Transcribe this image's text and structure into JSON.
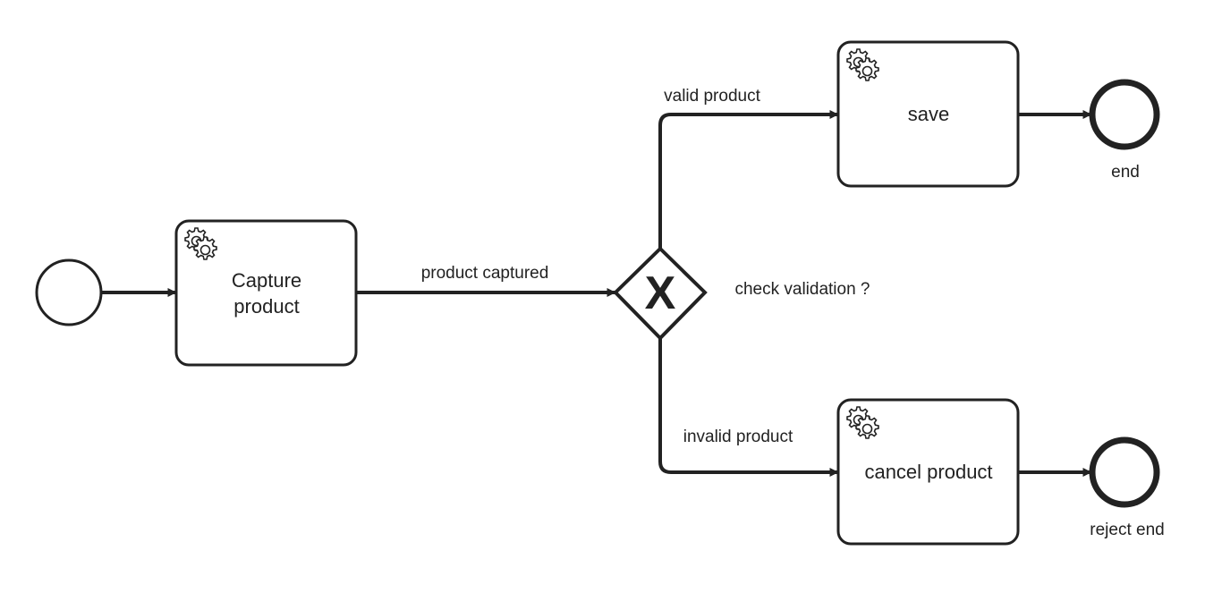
{
  "diagram": {
    "type": "bpmn-process",
    "start_event": {
      "label": ""
    },
    "tasks": {
      "capture": {
        "label_line1": "Capture",
        "label_line2": "product",
        "task_type": "service-task",
        "icon": "gear-icon"
      },
      "save": {
        "label": "save",
        "task_type": "service-task",
        "icon": "gear-icon"
      },
      "cancel": {
        "label": "cancel product",
        "task_type": "service-task",
        "icon": "gear-icon"
      }
    },
    "gateway": {
      "label": "check validation ?",
      "gateway_type": "exclusive",
      "marker": "X"
    },
    "end_events": {
      "end": {
        "label": "end"
      },
      "reject": {
        "label": "reject end"
      }
    },
    "flows": {
      "product_captured": "product captured",
      "valid_product": "valid product",
      "invalid_product": "invalid product"
    },
    "colors": {
      "stroke": "#222222",
      "fill": "#ffffff",
      "text": "#222222"
    }
  }
}
